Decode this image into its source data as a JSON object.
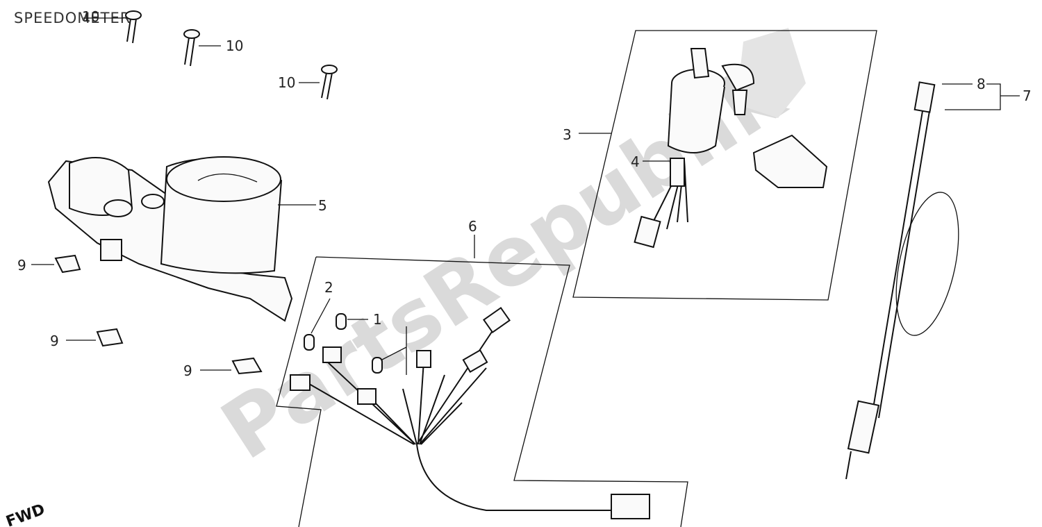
{
  "title": "SPEEDOMETER",
  "watermark": "PartsRepublik",
  "fwd_label": "FWD",
  "callouts": [
    {
      "num": "1"
    },
    {
      "num": "2"
    },
    {
      "num": "3"
    },
    {
      "num": "4"
    },
    {
      "num": "5"
    },
    {
      "num": "6"
    },
    {
      "num": "7"
    },
    {
      "num": "8"
    },
    {
      "num": "9"
    },
    {
      "num": "9"
    },
    {
      "num": "9"
    },
    {
      "num": "10"
    },
    {
      "num": "10"
    },
    {
      "num": "10"
    }
  ],
  "colors": {
    "line": "#111111",
    "watermark": "#bdbdbd",
    "background": "#ffffff"
  }
}
